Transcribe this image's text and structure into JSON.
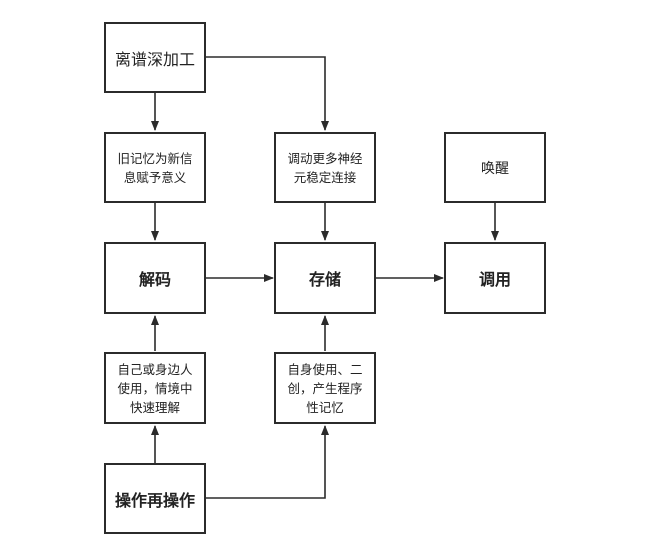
{
  "nodes": {
    "deep_processing": "离谱深加工",
    "old_memory": "旧记忆为新信息赋予意义",
    "mobilize_neurons": "调动更多神经元稳定连接",
    "awaken": "唤醒",
    "decode": "解码",
    "store": "存储",
    "recall": "调用",
    "use_self_others": "自己或身边人使用，情境中快速理解",
    "self_use_create": "自身使用、二创，产生程序性记忆",
    "operate_repeat": "操作再操作"
  },
  "style": {
    "line_color": "#2b2b2b",
    "box_fill": "#ffffff"
  }
}
